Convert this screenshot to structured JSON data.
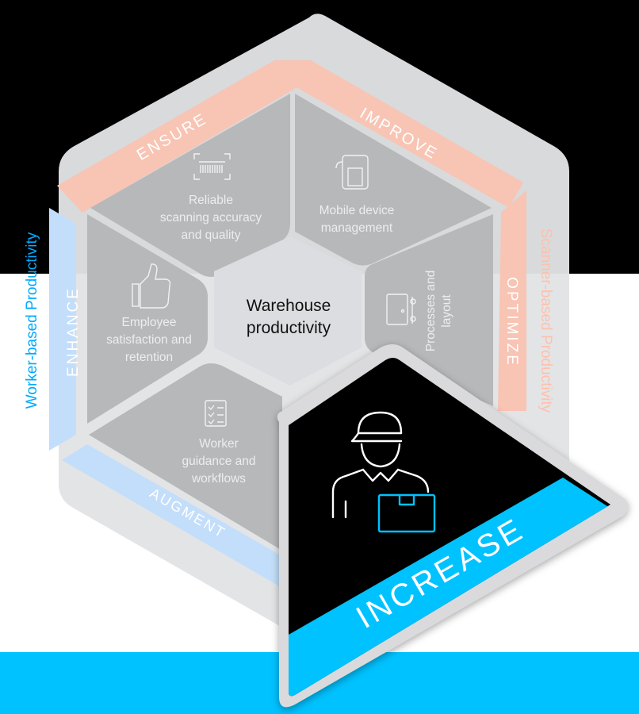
{
  "center": {
    "line1": "Warehouse",
    "line2": "productivity"
  },
  "side_labels": {
    "left": "Worker-based Productivity",
    "right": "Scanner-based Productivity"
  },
  "bands": {
    "ensure": "ENSURE",
    "improve": "IMPROVE",
    "optimize": "OPTIMIZE",
    "enhance": "ENHANCE",
    "augment": "AUGMENT",
    "increase": "INCREASE"
  },
  "segments": {
    "scanning": [
      "Reliable",
      "scanning accuracy",
      "and quality"
    ],
    "mobile": [
      "Mobile device",
      "management"
    ],
    "processes": [
      "Processes and",
      "layout"
    ],
    "employee": [
      "Employee",
      "satisfaction and",
      "retention"
    ],
    "worker": [
      "Worker",
      "guidance and",
      "workflows"
    ]
  },
  "icons": {
    "scanning": "barcode-scanner-icon",
    "mobile": "mobile-device-icon",
    "processes": "door-layout-icon",
    "employee": "thumbs-up-icon",
    "worker": "checklist-icon",
    "increase": "worker-with-package-icon"
  },
  "colors": {
    "ensure_improve_optimize": "#f8c4b4",
    "enhance_augment": "#c3defa",
    "increase": "#00c2ff",
    "left_label": "#00aaff",
    "right_label": "#ffc0ac"
  }
}
